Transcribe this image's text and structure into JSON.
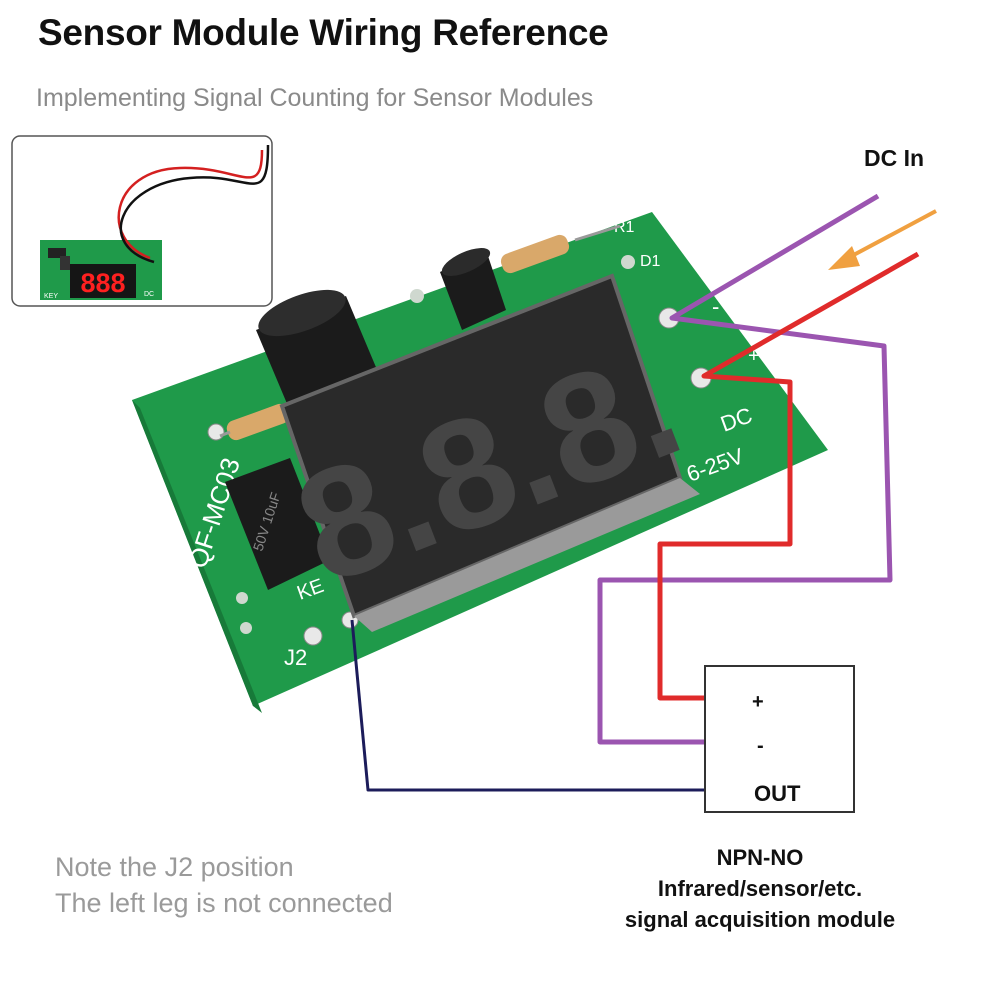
{
  "title": "Sensor Module Wiring Reference",
  "subtitle": "Implementing Signal Counting for Sensor Modules",
  "power": {
    "label": "DC In",
    "board_silk_dc": "DC",
    "board_silk_voltage": "6-25V",
    "minus_sign": "-",
    "plus_sign": "+"
  },
  "board": {
    "model": "QF-MC03",
    "j2_label": "J2",
    "key_label": "KE",
    "r1_label": "R1",
    "d1_label": "D1",
    "cap_label": "50V 10uF",
    "display_digits": "8.8.8."
  },
  "inset": {
    "display_digits": "888",
    "key_label": "KEY",
    "dc_label": "DC"
  },
  "sensor_module": {
    "pin_plus": "+",
    "pin_minus": "-",
    "pin_out": "OUT"
  },
  "caption": {
    "line1": "NPN-NO",
    "line2": "Infrared/sensor/etc.",
    "line3": "signal acquisition module"
  },
  "notes": {
    "line1": "Note the J2 position",
    "line2": "The left leg is not connected"
  },
  "colors": {
    "board_green": "#1f9a4a",
    "wire_red": "#e02b2b",
    "wire_purple": "#9b55b0",
    "wire_navy": "#1c1c5a",
    "arrow_orange": "#f0a040",
    "display_dark": "#2a2a2a"
  }
}
